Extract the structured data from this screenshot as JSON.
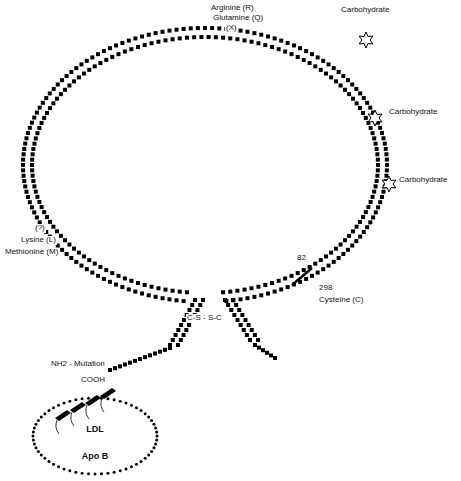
{
  "diagram": {
    "nodes": [
      {
        "text": [
          "LDL",
          "Apo B"
        ]
      }
    ],
    "labels": [
      "Arginine (R)",
      "Glutamine (Q)",
      "(X)",
      "Carbohydrate",
      "Carbohydrate",
      "Carbohydrate",
      "(?)",
      "Lysine (L)",
      "Methionine (M)",
      "82",
      "298",
      "Cysteine (C)",
      "C-S - S-C",
      "NH2 - Mutation",
      "COOH"
    ]
  }
}
